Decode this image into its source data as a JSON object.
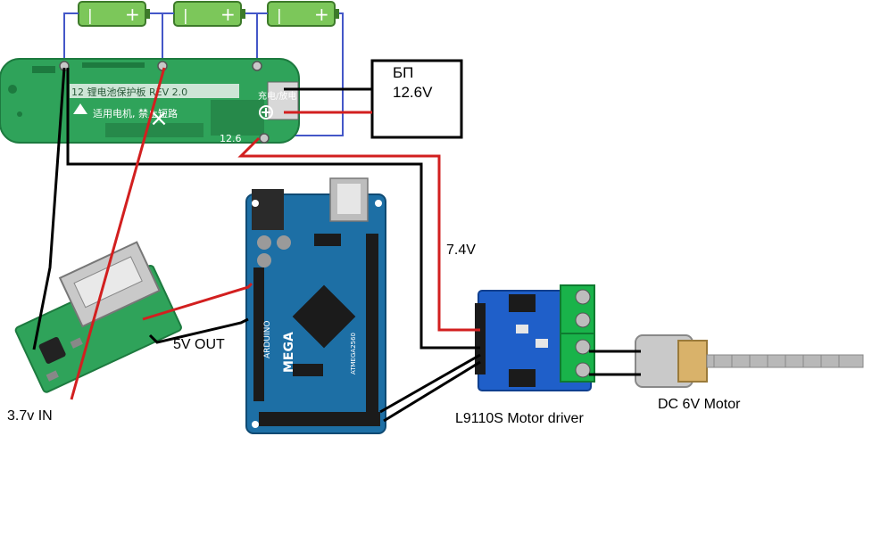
{
  "labels": {
    "psu_title": "БП",
    "psu_voltage": "12.6V",
    "boost_input": "3.7v IN",
    "boost_output": "5V OUT",
    "driver_supply": "7.4V",
    "driver_name": "L9110S Motor driver",
    "motor_name": "DC 6V Motor"
  },
  "bms_board": {
    "title_text": "12 锂电池保护板 REV 2.0",
    "warning_text": "适用电机, 禁止短路",
    "output_text": "12.6",
    "port_text": "充电/放电",
    "header_mark": "+"
  },
  "arduino": {
    "brand_text": "ARDUINO",
    "model_text": "MEGA",
    "chip_text": "ATMEGA2560"
  },
  "batteries": [
    {
      "minus": "|",
      "plus": "+"
    },
    {
      "minus": "|",
      "plus": "+"
    },
    {
      "minus": "|",
      "plus": "+"
    }
  ],
  "colors": {
    "wire_black": "#000000",
    "wire_red": "#d21f1f",
    "wire_blue": "#4457c8",
    "pcb_green": "#2fa35a",
    "arduino_blue": "#1d6fa5",
    "driver_blue": "#1f5fc9",
    "battery_green": "#7cc75a"
  }
}
